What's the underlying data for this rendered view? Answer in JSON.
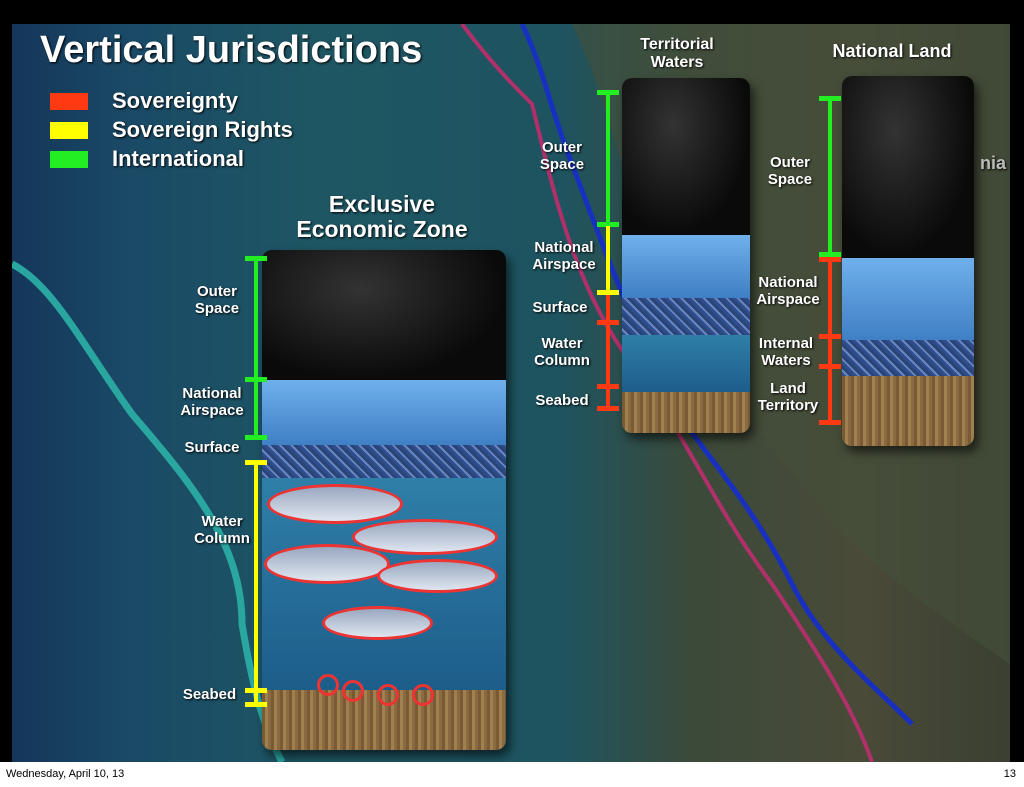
{
  "title": "Vertical Jurisdictions",
  "legend": [
    {
      "label": "Sovereignty",
      "color": "#ff3a12"
    },
    {
      "label": "Sovereign Rights",
      "color": "#ffff00"
    },
    {
      "label": "International",
      "color": "#22ee22"
    }
  ],
  "eez": {
    "heading": "Exclusive Economic Zone",
    "labels": {
      "outer_space": "Outer Space",
      "airspace": "National Airspace",
      "surface": "Surface",
      "water": "Water Column",
      "seabed": "Seabed"
    }
  },
  "territorial": {
    "heading": "Territorial Waters",
    "labels": {
      "outer_space": "Outer Space",
      "airspace": "National Airspace",
      "surface": "Surface",
      "water": "Water Column",
      "seabed": "Seabed"
    }
  },
  "land": {
    "heading": "National Land",
    "labels": {
      "outer_space": "Outer Space",
      "airspace": "National Airspace",
      "internal": "Internal Waters",
      "land": "Land Territory"
    }
  },
  "map_label": "nia",
  "footer": {
    "date": "Wednesday, April 10, 13",
    "page": "13"
  }
}
